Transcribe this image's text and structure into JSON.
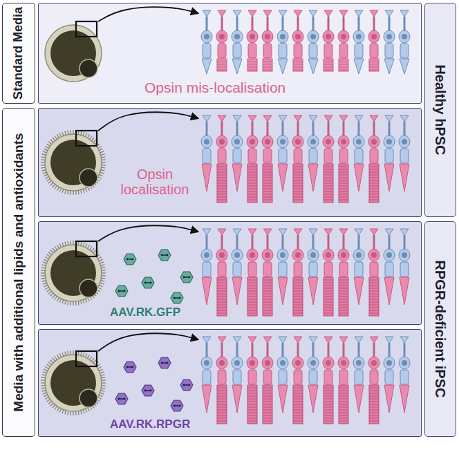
{
  "diagram": {
    "nodes": [
      {
        "text": [
          "Standard Media"
        ]
      },
      {
        "text": [
          "Media with additional lipids and antioxidants"
        ]
      },
      {
        "text": [
          "Opsin mis-localisation"
        ]
      },
      {
        "text": [
          "Opsin localisation"
        ]
      },
      {
        "text": [
          "AAV.RK.GFP"
        ]
      },
      {
        "text": [
          "AAV.RK.RPGR"
        ]
      },
      {
        "text": [
          "Healthy hPSC"
        ]
      },
      {
        "text": [
          "RPGR-deficient iPSC"
        ]
      }
    ]
  }
}
